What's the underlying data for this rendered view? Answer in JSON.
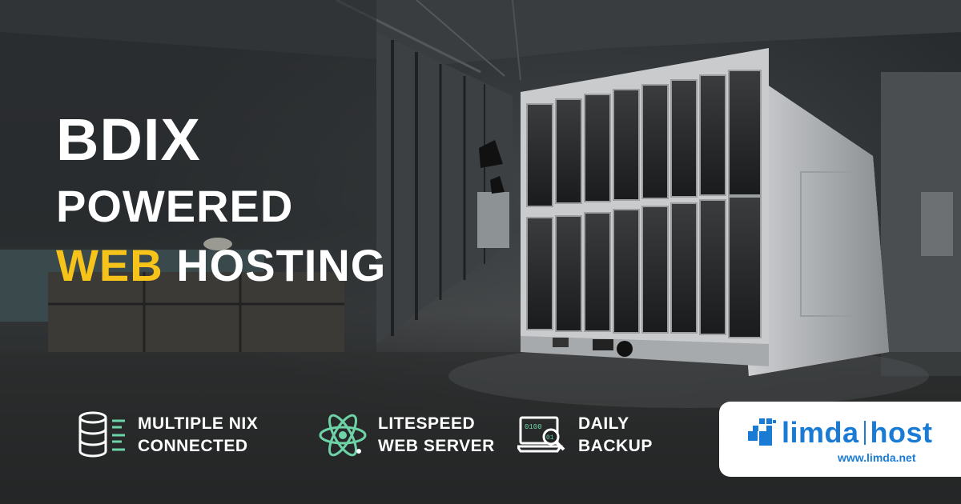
{
  "headline": {
    "line1": "BDIX",
    "line2": "POWERED",
    "line3_accent": "WEB",
    "line3_rest": "HOSTING"
  },
  "features": [
    {
      "icon": "database-icon",
      "line1": "MULTIPLE NIX",
      "line2": "CONNECTED"
    },
    {
      "icon": "atom-icon",
      "line1": "LITESPEED",
      "line2": "WEB SERVER"
    },
    {
      "icon": "laptop-search-icon",
      "line1": "DAILY",
      "line2": "BACKUP",
      "binary1": "0100",
      "binary2": "01"
    }
  ],
  "logo": {
    "name_left": "limda",
    "name_right": "host",
    "url": "www.limda.net"
  },
  "colors": {
    "accent": "#f6c31a",
    "icon_green": "#6fd3a8",
    "brand_blue": "#1a7bd4"
  }
}
